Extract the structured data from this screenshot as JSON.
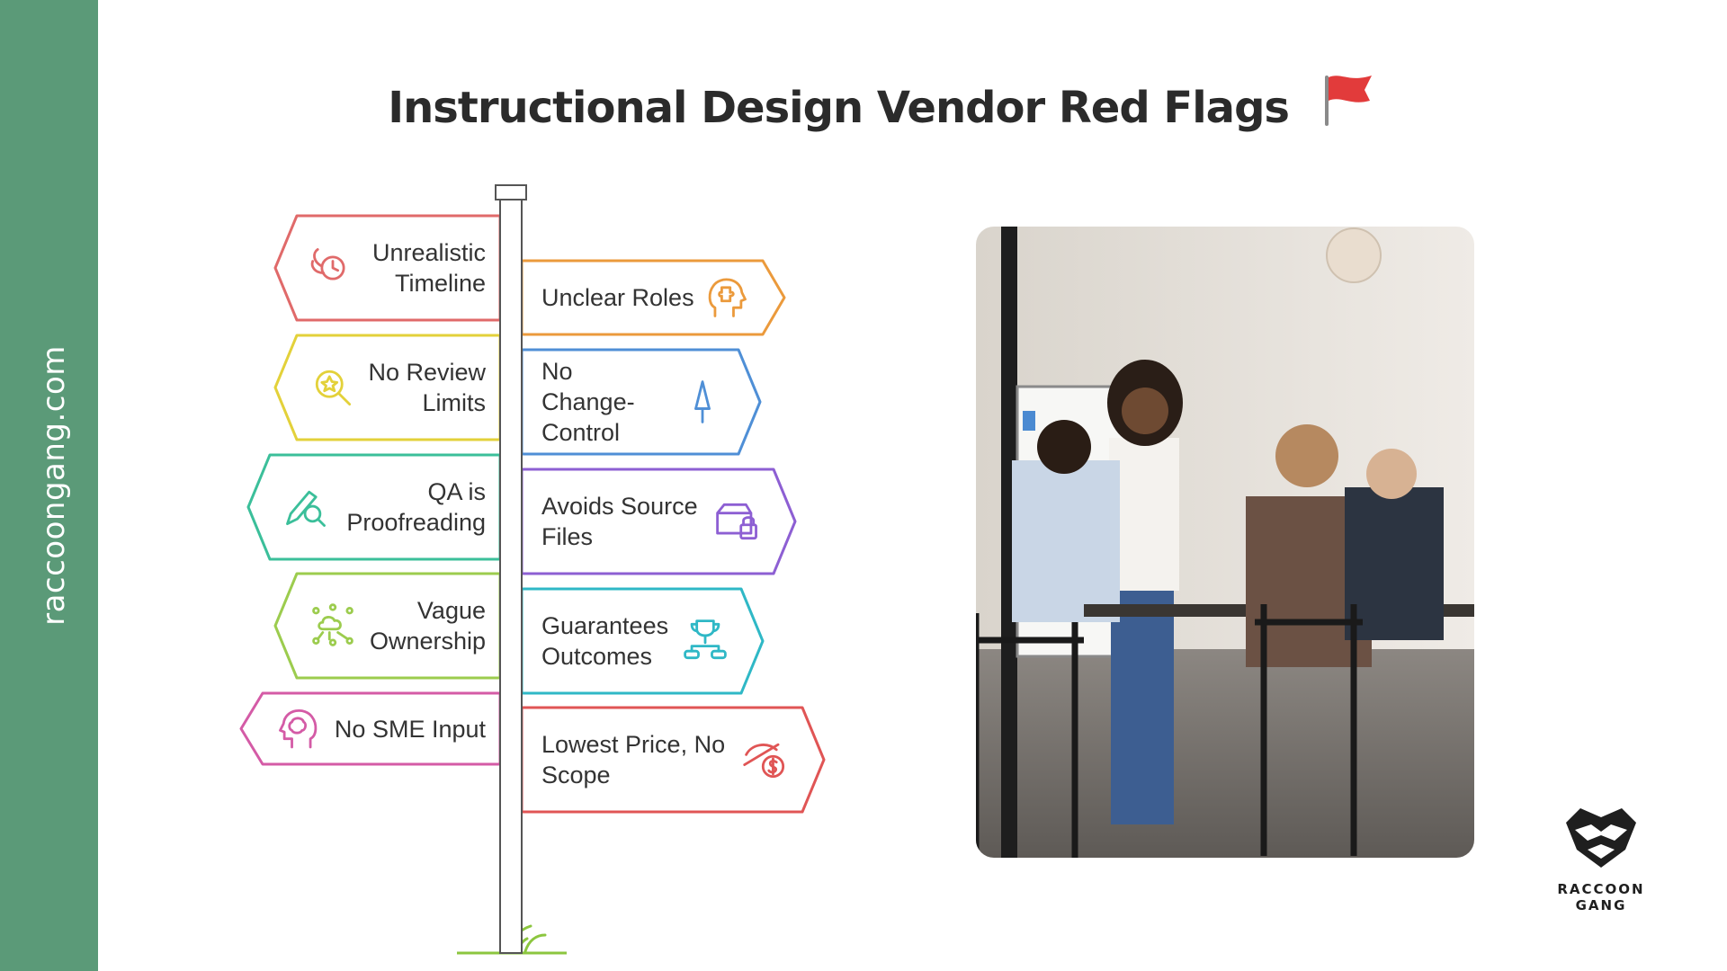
{
  "sidebar": {
    "domain": "raccoongang.com",
    "color": "#5b9a78"
  },
  "title": {
    "text": "Instructional Design Vendor Red Flags",
    "flag_icon": "red-flag-icon"
  },
  "signpost": {
    "left_signs": [
      {
        "label": "Unrealistic\nTimeline",
        "color": "#e06a6a",
        "icon": "wing-clock-icon"
      },
      {
        "label": "No Review\nLimits",
        "color": "#e3d13a",
        "icon": "star-magnifier-icon"
      },
      {
        "label": "QA is\nProofreading",
        "color": "#3bbf9a",
        "icon": "pen-magnifier-icon"
      },
      {
        "label": "Vague\nOwnership",
        "color": "#9ccc4e",
        "icon": "cloud-network-icon"
      },
      {
        "label": "No SME Input",
        "color": "#d45ba6",
        "icon": "head-brain-icon"
      }
    ],
    "right_signs": [
      {
        "label": "Unclear Roles",
        "color": "#eb9a3c",
        "icon": "puzzle-head-icon"
      },
      {
        "label": "No Change-\nControl",
        "color": "#4f8fd6",
        "icon": "pin-icon"
      },
      {
        "label": "Avoids Source\nFiles",
        "color": "#8d5fd3",
        "icon": "locked-box-icon"
      },
      {
        "label": "Guarantees\nOutcomes",
        "color": "#2fb8c6",
        "icon": "trophy-hierarchy-icon"
      },
      {
        "label": "Lowest Price, No\nScope",
        "color": "#e05555",
        "icon": "no-money-icon"
      }
    ]
  },
  "photo": {
    "subject": "team-meeting-photo"
  },
  "logo": {
    "line1": "RACCOON",
    "line2": "GANG"
  }
}
